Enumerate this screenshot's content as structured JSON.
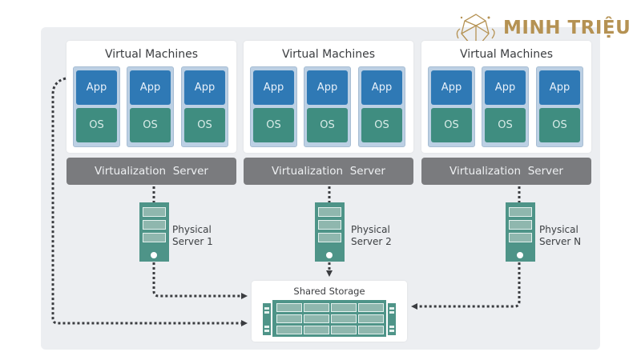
{
  "brand": {
    "name": "MINH TRIỆU",
    "color": "#b59253"
  },
  "diagram": {
    "title_color": "#3b3d40",
    "vm_groups": [
      {
        "title": "Virtual Machines",
        "vms": [
          {
            "app": "App",
            "os": "OS"
          },
          {
            "app": "App",
            "os": "OS"
          },
          {
            "app": "App",
            "os": "OS"
          }
        ],
        "virtualization_label": "Virtualization  Server",
        "server_label_line1": "Physical",
        "server_label_line2": "Server 1"
      },
      {
        "title": "Virtual Machines",
        "vms": [
          {
            "app": "App",
            "os": "OS"
          },
          {
            "app": "App",
            "os": "OS"
          },
          {
            "app": "App",
            "os": "OS"
          }
        ],
        "virtualization_label": "Virtualization  Server",
        "server_label_line1": "Physical",
        "server_label_line2": "Server 2"
      },
      {
        "title": "Virtual Machines",
        "vms": [
          {
            "app": "App",
            "os": "OS"
          },
          {
            "app": "App",
            "os": "OS"
          },
          {
            "app": "App",
            "os": "OS"
          }
        ],
        "virtualization_label": "Virtualization  Server",
        "server_label_line1": "Physical",
        "server_label_line2": "Server N"
      }
    ],
    "storage": {
      "title": "Shared Storage"
    },
    "colors": {
      "app": "#2f79b5",
      "os": "#3f8d80",
      "virtualization": "#7a7b7e",
      "server": "#4e9488",
      "connector": "#3a3c40"
    }
  }
}
